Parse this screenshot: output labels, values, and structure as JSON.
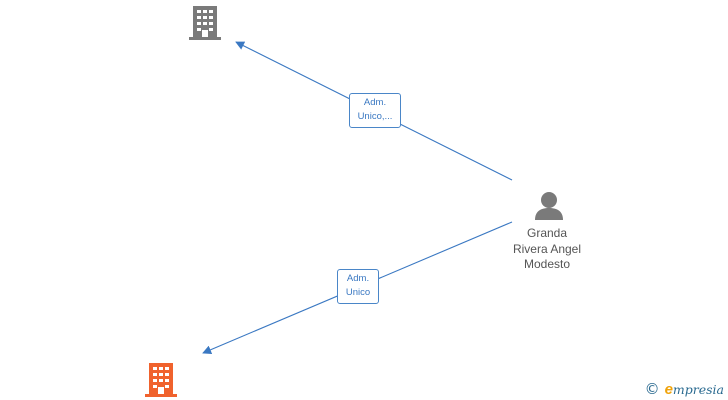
{
  "nodes": {
    "company_top": {
      "icon": "building-icon",
      "color": "#7a7a7a"
    },
    "company_bottom": {
      "icon": "building-icon",
      "color": "#f0622d"
    },
    "person": {
      "icon": "person-icon",
      "color": "#7a7a7a",
      "name_lines": [
        "Granda",
        "Rivera Angel",
        "Modesto"
      ]
    }
  },
  "edges": [
    {
      "from": "person",
      "to": "company_top",
      "label_lines": [
        "Adm.",
        "Unico,..."
      ]
    },
    {
      "from": "person",
      "to": "company_bottom",
      "label_lines": [
        "Adm.",
        "Unico"
      ]
    }
  ],
  "colors": {
    "edge": "#3a78c2",
    "label_text": "#3a78c2",
    "name_text": "#555555"
  },
  "brand": {
    "copyright": "©",
    "initial": "e",
    "rest": "mpresia"
  }
}
